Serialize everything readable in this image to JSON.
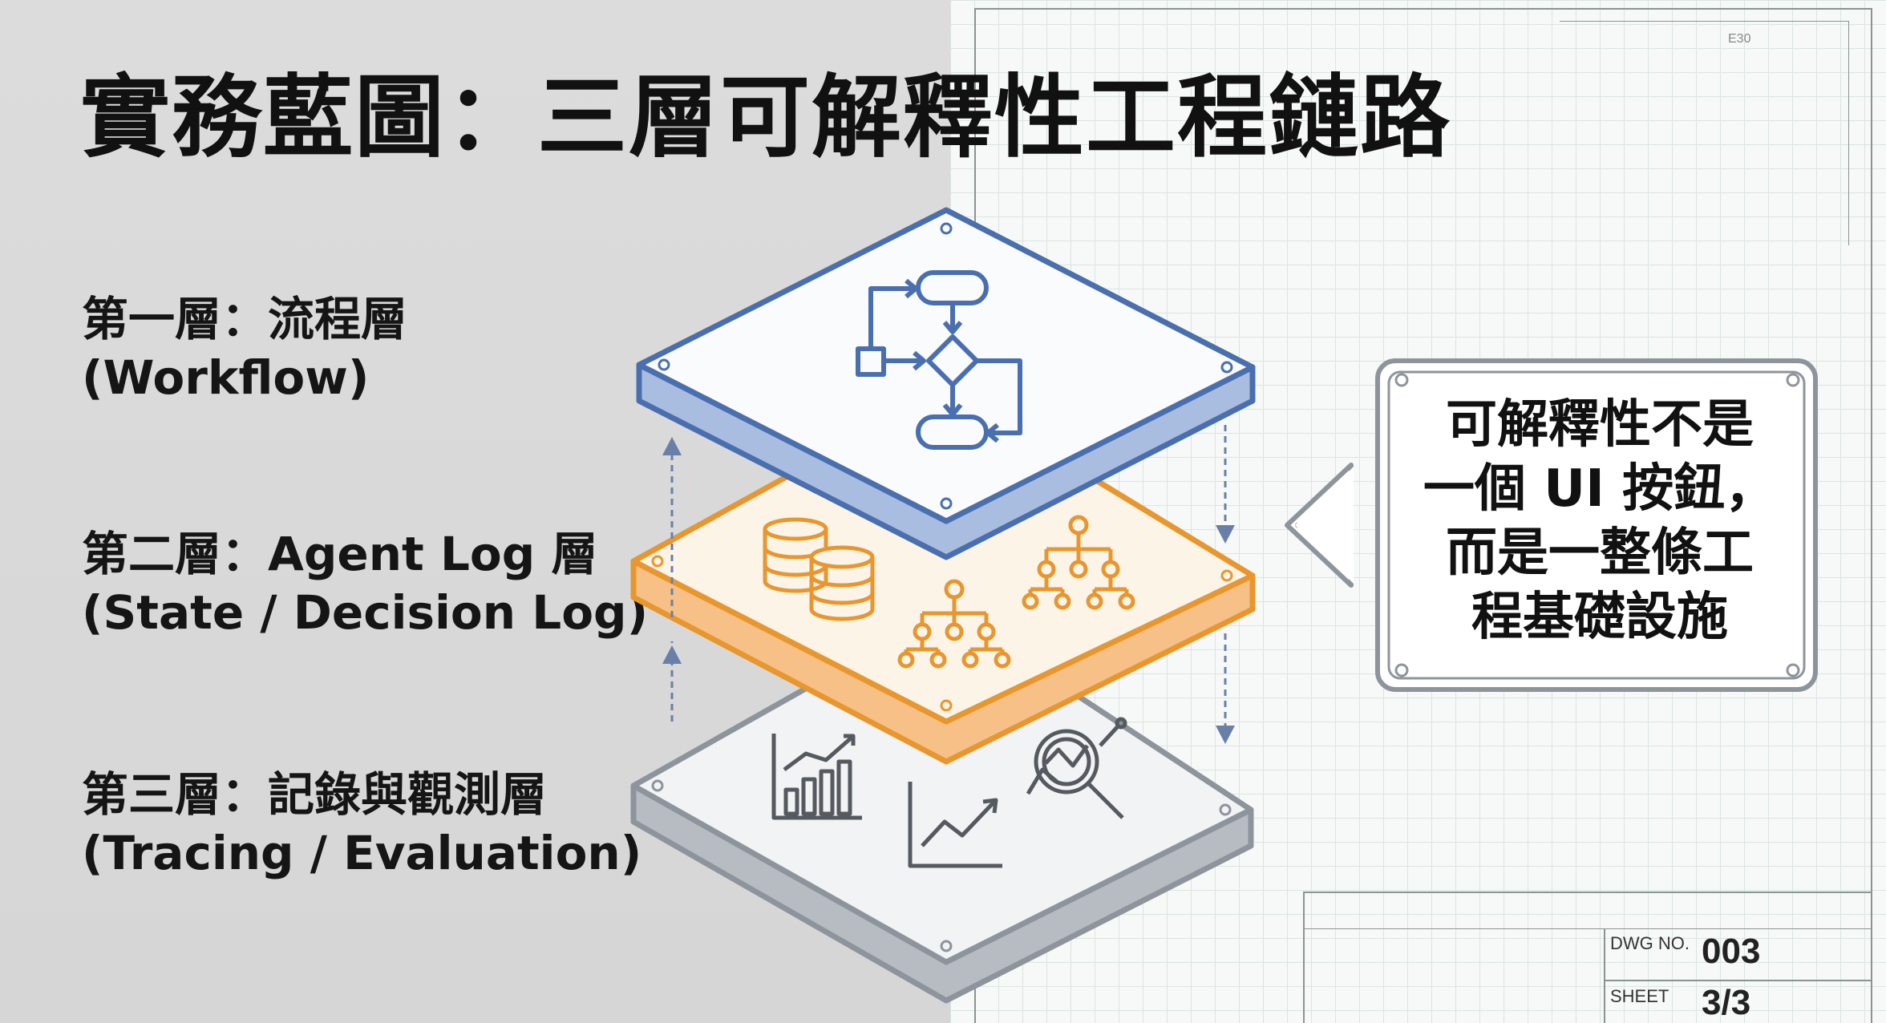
{
  "title": "實務藍圖：三層可解釋性工程鏈路",
  "layers": [
    {
      "line1": "第一層：流程層",
      "line2": "(Workflow)",
      "color": "#4a6fae"
    },
    {
      "line1": "第二層：Agent Log 層",
      "line2": "(State / Decision Log)",
      "color": "#e8962e"
    },
    {
      "line1": "第三層：記錄與觀測層",
      "line2": "(Tracing / Evaluation)",
      "color": "#8e949c"
    }
  ],
  "callout": {
    "lines": [
      "可解釋性不是",
      "一個 UI 按鈕，",
      "而是一整條工",
      "程基礎設施"
    ]
  },
  "title_block": {
    "dwg_label": "DWG NO.",
    "dwg_value": "003",
    "sheet_label": "SHEET",
    "sheet_value": "3/3"
  },
  "drawing_marks": {
    "corner_note": "E30"
  },
  "icons": {
    "layer1": [
      "flowchart-icon"
    ],
    "layer2": [
      "database-icon",
      "hierarchy-icon"
    ],
    "layer3": [
      "bar-chart-icon",
      "line-chart-icon",
      "magnifier-chart-icon"
    ]
  }
}
